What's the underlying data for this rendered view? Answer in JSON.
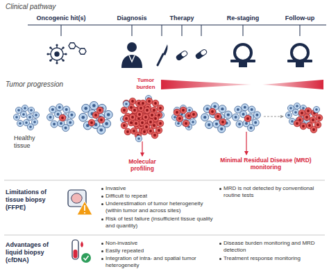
{
  "diagram": {
    "labels": [
      "Clinical pathway",
      "Oncogenic hit(s)",
      "Diagnosis",
      "Therapy",
      "Re-staging",
      "Follow-up",
      "Tumor progression",
      "Tumor burden",
      "Healthy tissue",
      "Molecular profiling",
      "Minimal Residual Disease (MRD) monitoring",
      "Limitations of tissue biopsy (FFPE)",
      "Invasive",
      "Difficult to repeat",
      "Underestimation of tumor heterogeneity (within tumor and across sites)",
      "Risk of test failure (insufficient tissue quality and quantity)",
      "MRD is not detected by conventional routine tests",
      "Advantages of liquid biopsy (cfDNA)",
      "Non-invasive",
      "Easily repeated",
      "Integration of intra- and spatial tumor heterogeneity",
      "Disease burden monitoring and MRD detection",
      "Treatment response monitoring"
    ]
  }
}
